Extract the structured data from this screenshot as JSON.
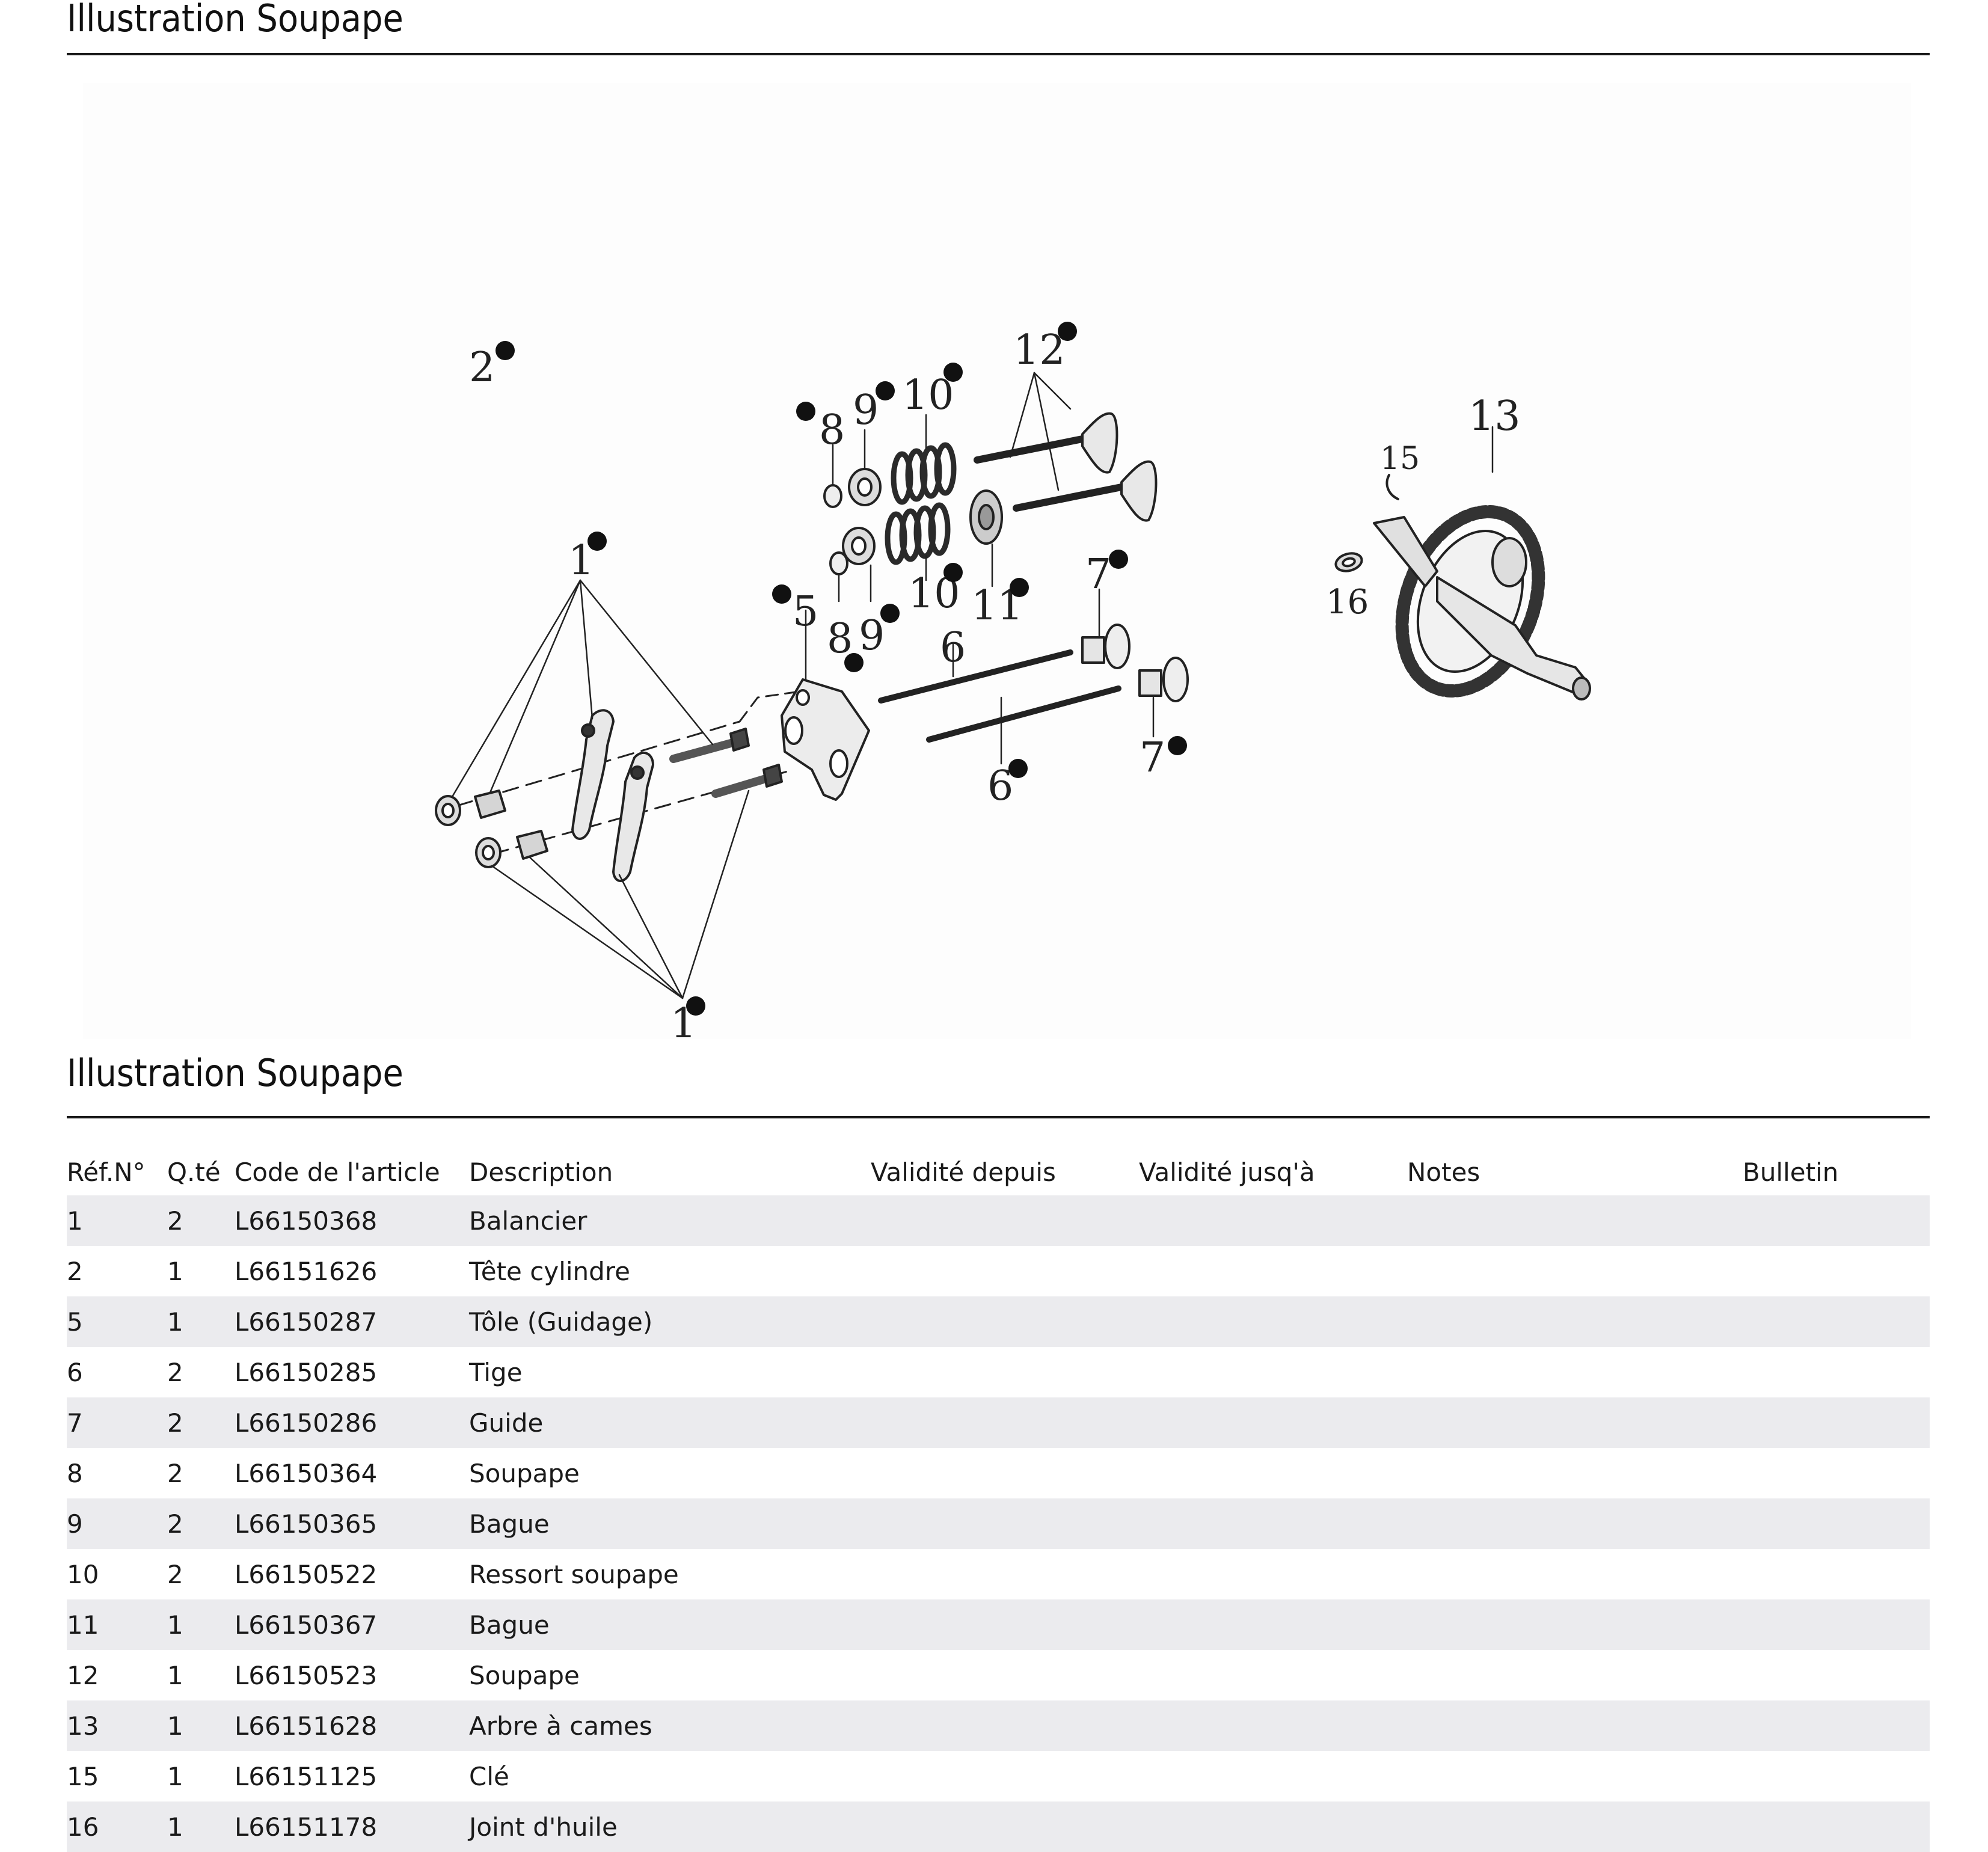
{
  "page": {
    "section_title_top": "Illustration  Soupape",
    "section_title_table": "Illustration  Soupape"
  },
  "diagram": {
    "callouts": {
      "c1a": "1",
      "c1b": "1",
      "c2": "2",
      "c5": "5",
      "c6a": "6",
      "c6b": "6",
      "c7a": "7",
      "c7b": "7",
      "c8a": "8",
      "c8b": "8",
      "c9a": "9",
      "c9b": "9",
      "c10a": "10",
      "c10b": "10",
      "c11": "11",
      "c12": "12",
      "c13": "13",
      "c15": "15",
      "c16": "16"
    }
  },
  "table": {
    "headers": {
      "ref": "Réf.N°",
      "qty": "Q.té",
      "code": "Code de l'article",
      "description": "Description",
      "valid_from": "Validité depuis",
      "valid_to": "Validité jusq'à",
      "notes": "Notes",
      "bulletin": "Bulletin"
    },
    "rows": [
      {
        "ref": "1",
        "qty": "2",
        "code": "L66150368",
        "description": "Balancier"
      },
      {
        "ref": "2",
        "qty": "1",
        "code": "L66151626",
        "description": "Tête cylindre"
      },
      {
        "ref": "5",
        "qty": "1",
        "code": "L66150287",
        "description": "Tôle (Guidage)"
      },
      {
        "ref": "6",
        "qty": "2",
        "code": "L66150285",
        "description": "Tige"
      },
      {
        "ref": "7",
        "qty": "2",
        "code": "L66150286",
        "description": "Guide"
      },
      {
        "ref": "8",
        "qty": "2",
        "code": "L66150364",
        "description": "Soupape"
      },
      {
        "ref": "9",
        "qty": "2",
        "code": "L66150365",
        "description": "Bague"
      },
      {
        "ref": "10",
        "qty": "2",
        "code": "L66150522",
        "description": "Ressort soupape"
      },
      {
        "ref": "11",
        "qty": "1",
        "code": "L66150367",
        "description": "Bague"
      },
      {
        "ref": "12",
        "qty": "1",
        "code": "L66150523",
        "description": "Soupape"
      },
      {
        "ref": "13",
        "qty": "1",
        "code": "L66151628",
        "description": "Arbre à cames"
      },
      {
        "ref": "15",
        "qty": "1",
        "code": "L66151125",
        "description": "Clé"
      },
      {
        "ref": "16",
        "qty": "1",
        "code": "L66151178",
        "description": "Joint d'huile"
      }
    ]
  }
}
